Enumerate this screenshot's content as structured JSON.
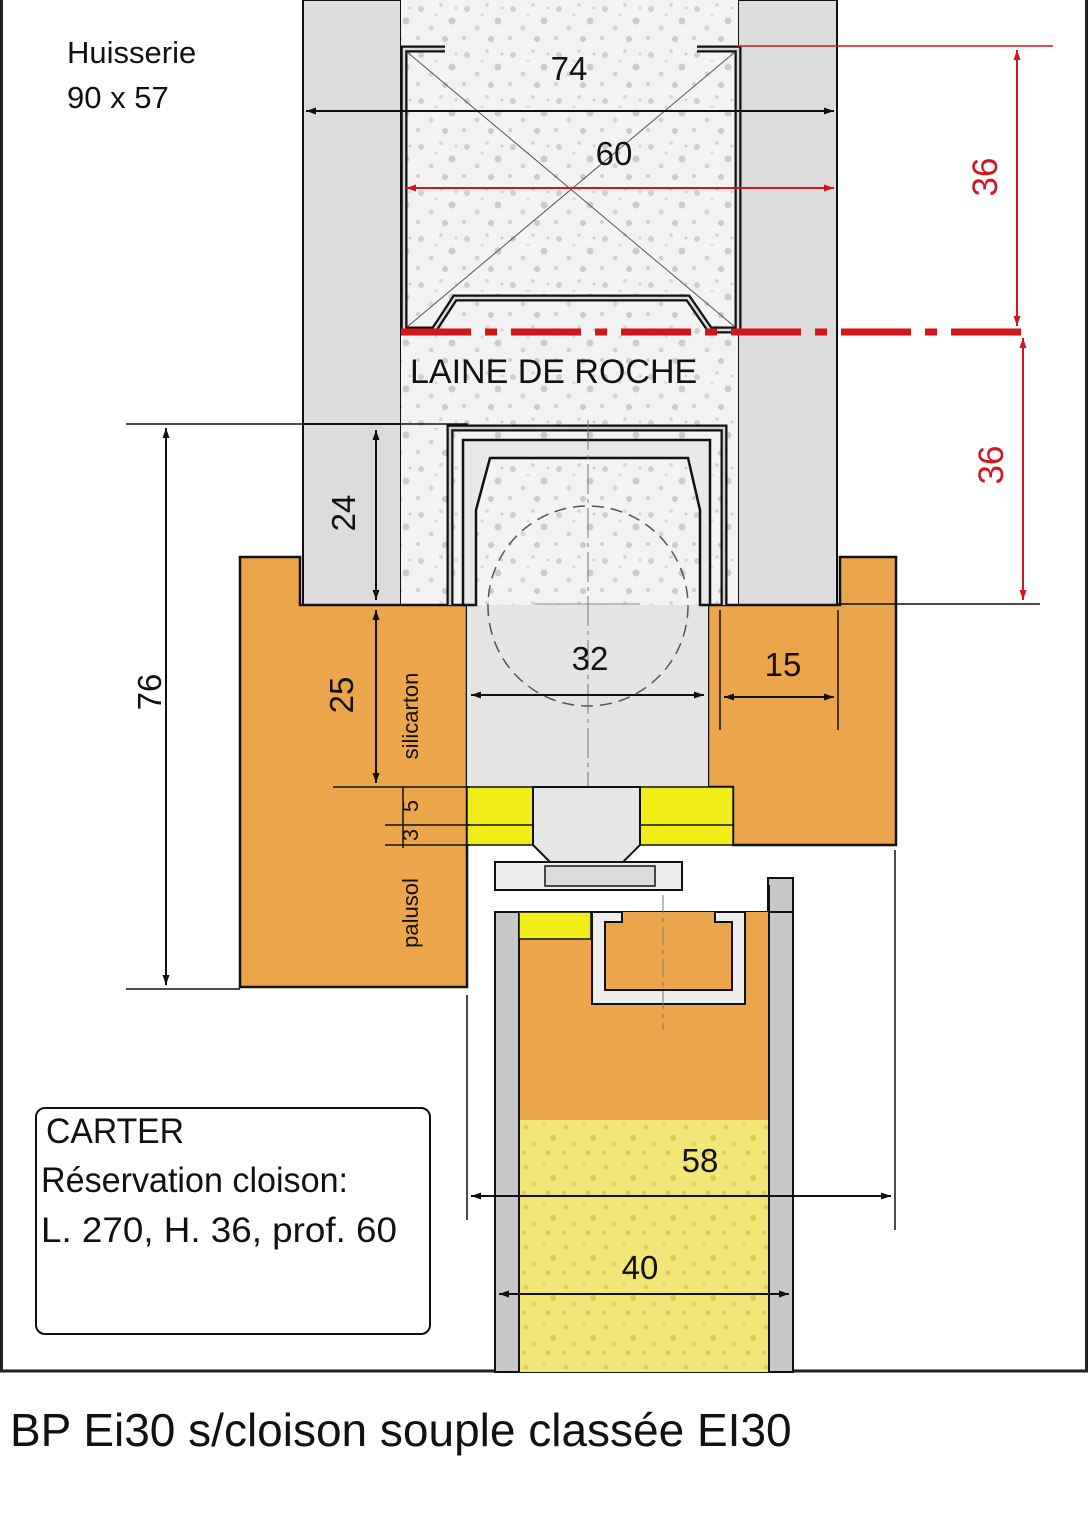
{
  "header": {
    "line1": "Huisserie",
    "line2": "90 x 57"
  },
  "material_label": "LAINE DE ROCHE",
  "dimensions": {
    "d74": "74",
    "d60": "60",
    "d36_top": "36",
    "d36_bottom": "36",
    "d24": "24",
    "d25": "25",
    "d76": "76",
    "d32": "32",
    "d15": "15",
    "d5": "5",
    "d3": "3",
    "d58": "58",
    "d40": "40"
  },
  "labels": {
    "silicarton": "silicarton",
    "palusol": "palusol"
  },
  "carter": {
    "title": "CARTER",
    "line1": "Réservation cloison:",
    "line2": "L. 270,  H. 36,  prof. 60"
  },
  "caption": "BP Ei30 s/cloison souple classée EI30",
  "colors": {
    "wood": "#eba54a",
    "plaster": "#dcdcdc",
    "metal": "#c8c8c8",
    "intumescent_yellow": "#f2ec18",
    "core_yellow": "#f3e678",
    "dim_red": "#d6141c",
    "line": "#111111"
  }
}
